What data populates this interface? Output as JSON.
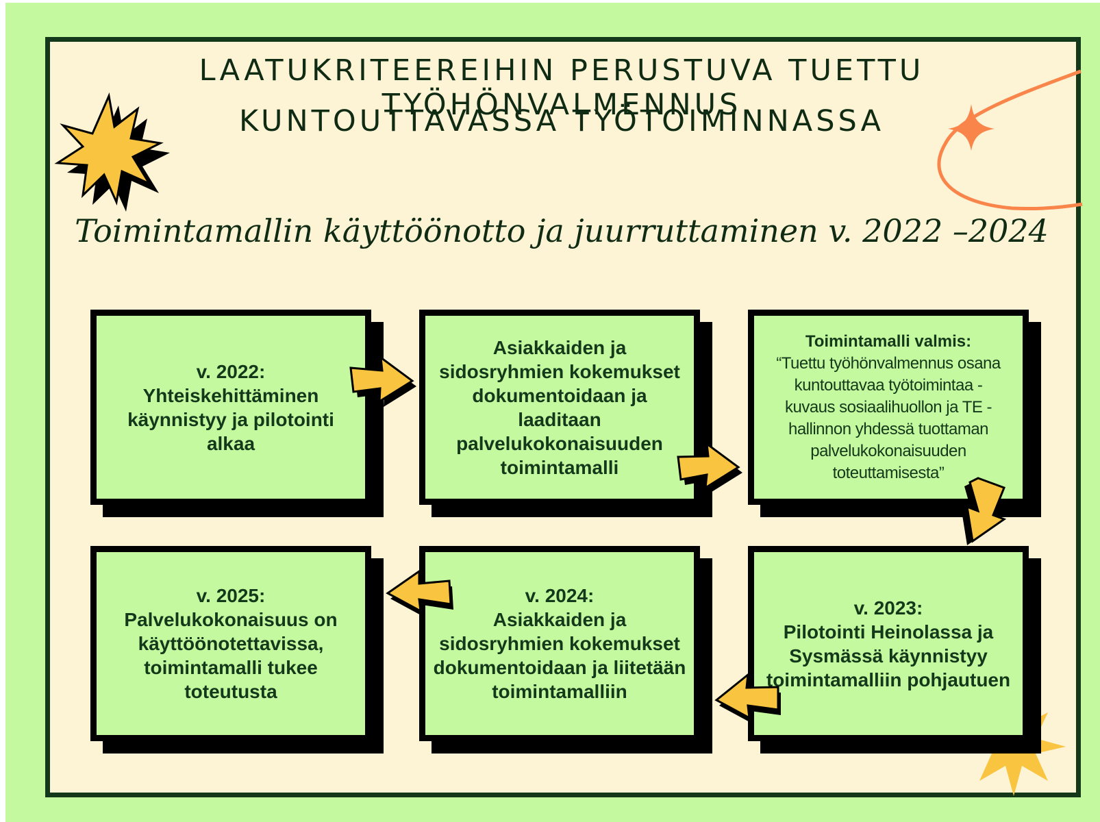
{
  "title": {
    "line1": "LAATUKRITEEREIHIN PERUSTUVA TUETTU TYÖHÖNVALMENNUS",
    "line2": "KUNTOUTTAVASSA TYÖTOIMINNASSA"
  },
  "subtitle": "Toimintamallin käyttöönotto ja juurruttaminen v. 2022 –2024",
  "steps": [
    {
      "year": "v. 2022:",
      "text": [
        "Yhteiskehittäminen",
        "käynnistyy ja pilotointi",
        "alkaa"
      ]
    },
    {
      "year": "",
      "text": [
        "Asiakkaiden ja",
        "sidosryhmien kokemukset",
        "dokumentoidaan ja",
        "laaditaan",
        "palvelukokonaisuuden",
        "toimintamalli"
      ]
    },
    {
      "heading": "Toimintamalli valmis:",
      "text": [
        "“Tuettu työhönvalmennus osana",
        "kuntouttavaa työtoimintaa -",
        "kuvaus sosiaalihuollon ja TE -",
        "hallinnon yhdessä tuottaman",
        "palvelukokonaisuuden",
        "toteuttamisesta”"
      ]
    },
    {
      "year": "v. 2023:",
      "text": [
        "Pilotointi Heinolassa ja",
        "Sysmässä käynnistyy",
        "toimintamalliin pohjautuen"
      ]
    },
    {
      "year": "v. 2024:",
      "text": [
        "Asiakkaiden ja",
        "sidosryhmien kokemukset",
        "dokumentoidaan ja liitetään",
        "toimintamalliin"
      ]
    },
    {
      "year": "v. 2025:",
      "text": [
        "Palvelukokonaisuus on",
        "käyttöönotettavissa,",
        "toimintamalli tukee",
        "toteutusta"
      ]
    }
  ],
  "colors": {
    "page_bg": "#c4f9a0",
    "card_bg": "#fdf3d5",
    "box_fill": "#c4f9a0",
    "dark_green": "#14391a",
    "arrow_yellow": "#f9c440",
    "accent_orange": "#f9854a"
  },
  "icons": [
    "star-burst-icon",
    "sparkle-icon",
    "orbit-swoosh-icon",
    "arrow-right-icon",
    "arrow-down-icon",
    "arrow-left-icon"
  ]
}
